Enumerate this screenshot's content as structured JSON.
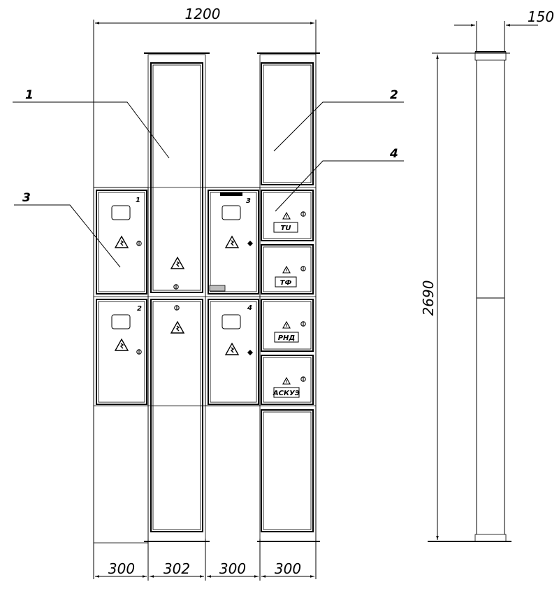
{
  "dimensions": {
    "total_width": "1200",
    "side_depth": "150",
    "height": "2690",
    "col1": "300",
    "col2": "302",
    "col3": "300",
    "col4": "300"
  },
  "callouts": {
    "c1": "1",
    "c2": "2",
    "c3": "3",
    "c4": "4"
  },
  "cabinet_numbers": {
    "n1": "1",
    "n2": "2",
    "n3": "3",
    "n4": "4"
  },
  "plates": {
    "tu": "TU",
    "tf": "ТФ",
    "rnd": "РНД",
    "askue": "АСКУЭ"
  },
  "symbols": {
    "warning": "warning-triangle-icon",
    "lock": "lock-icon"
  }
}
